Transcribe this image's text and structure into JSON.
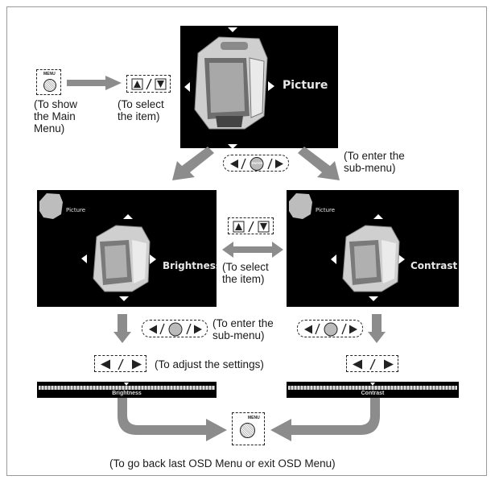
{
  "main_menu": {
    "label": "Picture"
  },
  "sub_left": {
    "corner_label": "Picture",
    "label": "Brightness"
  },
  "sub_right": {
    "corner_label": "Picture",
    "label": "Contrast"
  },
  "menu_button": {
    "label": "MENU"
  },
  "captions": {
    "show_main": "(To show\nthe Main\nMenu)",
    "select_top": "(To select\nthe item)",
    "enter_top": "(To enter the\nsub-menu)",
    "select_mid": "(To select\nthe item)",
    "enter_mid": "(To enter the\nsub-menu)",
    "adjust": "(To adjust the settings)",
    "go_back": "(To go back last OSD Menu or exit OSD Menu)"
  },
  "buttons": {
    "enter_center": "ENTER"
  },
  "bars": {
    "left": "Brightness",
    "right": "Contrast"
  },
  "colors": {
    "arrow": "#8c8c8c",
    "screen": "#000000"
  },
  "icons": [
    "menu-button-icon",
    "up-down-key-icon",
    "left-enter-right-key-icon",
    "left-right-key-icon",
    "hexagon-menu-icon"
  ]
}
